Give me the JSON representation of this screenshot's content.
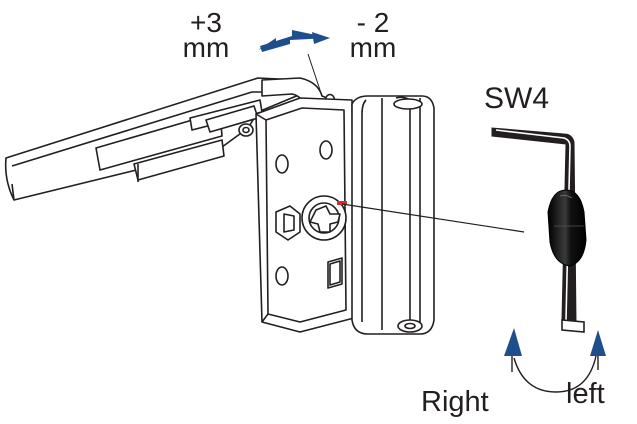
{
  "adjustment": {
    "plus_value": "+3",
    "plus_unit": "mm",
    "minus_value": "- 2",
    "minus_unit": "mm"
  },
  "tool": {
    "label": "SW4"
  },
  "rotation": {
    "right_label": "Right",
    "left_label": "left"
  },
  "colors": {
    "outline": "#231f20",
    "arrow_blue": "#1f4e8c",
    "marker_red": "#d32f2f",
    "background": "#ffffff"
  }
}
